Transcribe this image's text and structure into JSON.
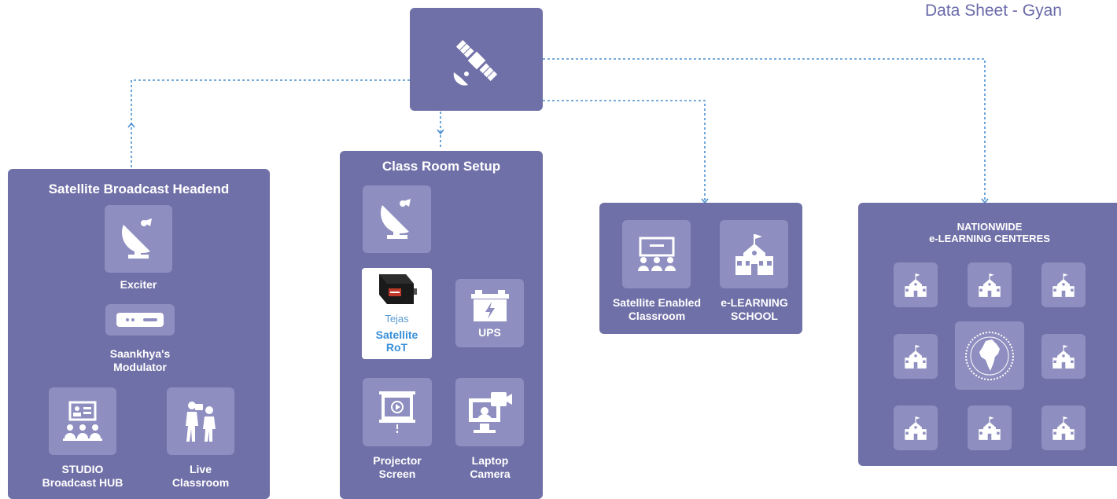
{
  "header": {
    "title": "Data Sheet - Gyan"
  },
  "colors": {
    "panel": "#7070a8",
    "tile": "#8e8ec0",
    "connector": "#4a8fd0",
    "rot_text": "#3a8fd8"
  },
  "satellite_hub": {
    "icon": "satellite-icon"
  },
  "headend": {
    "title": "Satellite Broadcast Headend",
    "exciter": "Exciter",
    "modulator": [
      "Saankhya's",
      "Modulator"
    ],
    "studio": [
      "STUDIO",
      "Broadcast HUB"
    ],
    "live": [
      "Live",
      "Classroom"
    ]
  },
  "classroom": {
    "title": "Class Room Setup",
    "rot": {
      "brand": "Tejas",
      "line1": "Satellite",
      "line2": "RoT"
    },
    "ups": "UPS",
    "projector": [
      "Projector",
      "Screen"
    ],
    "laptop": [
      "Laptop",
      "Camera"
    ]
  },
  "school": {
    "enabled": [
      "Satellite Enabled",
      "Classroom"
    ],
    "elearning": [
      "e-LEARNING",
      "SCHOOL"
    ]
  },
  "nationwide": {
    "title": [
      "NATIONWIDE",
      "e-LEARNING CENTERES"
    ],
    "center_icon": "india-emblem-icon",
    "school_icon": "school-icon"
  }
}
